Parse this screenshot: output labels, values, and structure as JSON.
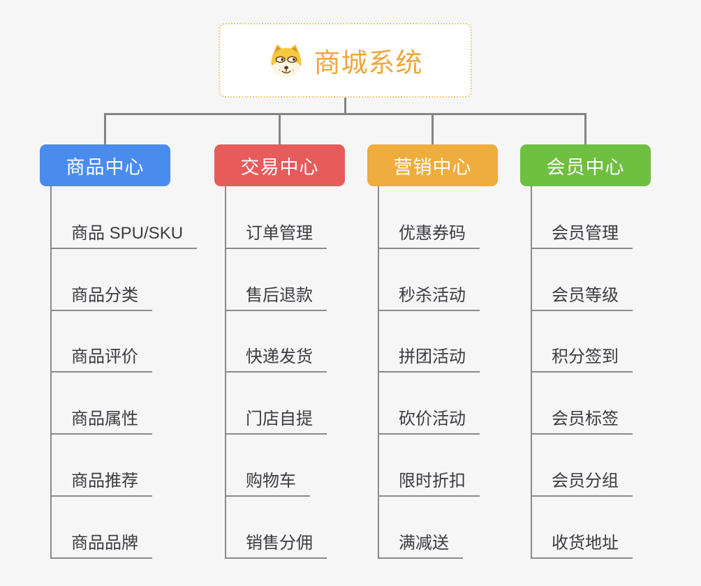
{
  "root": {
    "title": "商城系统",
    "accent_color": "#efa63e",
    "border_color": "#f3c577",
    "icon": "doge-icon"
  },
  "connector_color": "#848484",
  "branches": [
    {
      "label": "商品中心",
      "color": "#4a8cee",
      "items": [
        "商品 SPU/SKU",
        "商品分类",
        "商品评价",
        "商品属性",
        "商品推荐",
        "商品品牌"
      ]
    },
    {
      "label": "交易中心",
      "color": "#e85b5b",
      "items": [
        "订单管理",
        "售后退款",
        "快递发货",
        "门店自提",
        "购物车",
        "销售分佣"
      ]
    },
    {
      "label": "营销中心",
      "color": "#eead3d",
      "items": [
        "优惠券码",
        "秒杀活动",
        "拼团活动",
        "砍价活动",
        "限时折扣",
        "满减送"
      ]
    },
    {
      "label": "会员中心",
      "color": "#6fbf41",
      "items": [
        "会员管理",
        "会员等级",
        "积分签到",
        "会员标签",
        "会员分组",
        "收货地址"
      ]
    }
  ]
}
